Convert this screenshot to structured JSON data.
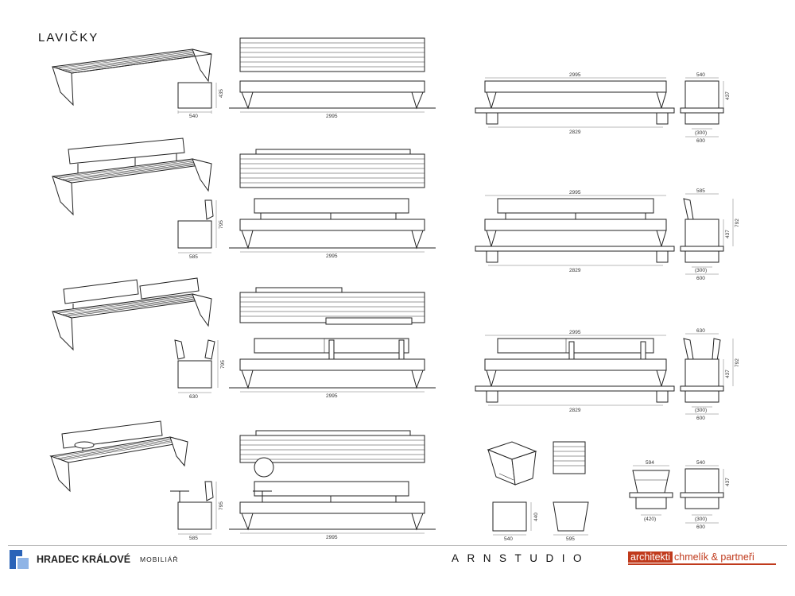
{
  "sheet": {
    "title": "LAVIČKY"
  },
  "rows": [
    {
      "side_width": "540",
      "side_height": "435",
      "front_length": "2995",
      "elev_length": "2995",
      "elev_foot": "2829",
      "end_width": "540",
      "end_height": "437",
      "end_inner": "(300)",
      "end_outer": "600"
    },
    {
      "side_width": "585",
      "side_height": "795",
      "front_length": "2995",
      "elev_length": "2995",
      "elev_foot": "2829",
      "end_width": "585",
      "end_height": "437",
      "end_total": "792",
      "end_inner": "(300)",
      "end_outer": "600"
    },
    {
      "side_width": "630",
      "side_height": "795",
      "front_length": "2995",
      "elev_length": "2995",
      "elev_foot": "2829",
      "end_width": "630",
      "end_height": "437",
      "end_total": "792",
      "end_inner": "(300)",
      "end_outer": "600"
    },
    {
      "side_width": "585",
      "side_height": "795",
      "front_length": "2995"
    }
  ],
  "stool": {
    "side_height": "440",
    "side_width": "540",
    "front_width": "595"
  },
  "stool_ends": {
    "left_width": "594",
    "left_inner": "(420)",
    "right_width": "540",
    "right_height": "437",
    "right_inner": "(300)",
    "right_outer": "600"
  },
  "footer": {
    "city": "HRADEC KRÁLOVÉ",
    "subtitle": "MOBILIÁŘ",
    "studio": "ARNSTUDIO",
    "partner_box": "architekti",
    "partner_tail": "chmelík & partneři"
  },
  "colors": {
    "line": "#222222",
    "accent": "#c03a1c",
    "logo_blue": "#2a63b8",
    "logo_light": "#8fb4e6"
  }
}
